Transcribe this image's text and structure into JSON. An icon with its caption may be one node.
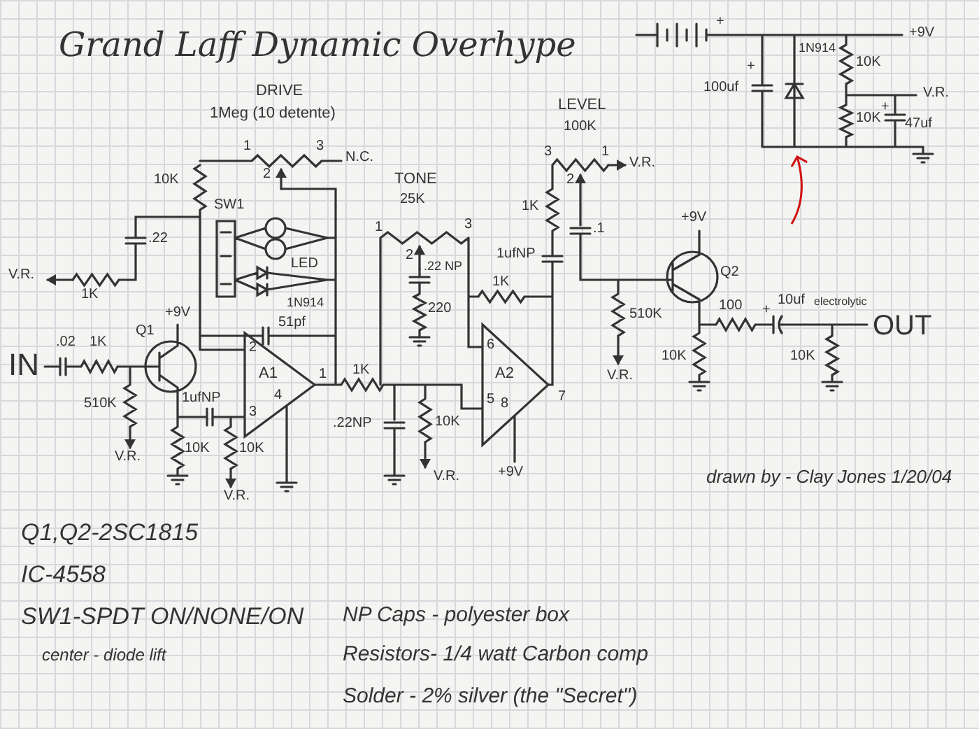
{
  "diagram": {
    "title": "Grand Laff Dynamic Overhype",
    "labels": [
      "DRIVE",
      "1Meg (10 detente)",
      "1",
      "3",
      "N.C.",
      "2",
      "10K",
      "SW1",
      "LED",
      ".22",
      "V.R.",
      "1K",
      "1N914",
      "51pf",
      "+9V",
      ".02",
      "1K",
      "IN",
      "Q1",
      "510K",
      "V.R.",
      "1ufNP",
      "2",
      "A1",
      "1",
      "4",
      "3",
      "10K",
      "10K",
      "V.R.",
      "1K",
      ".22NP",
      "10K",
      "V.R.",
      "TONE",
      "25K",
      "1",
      "3",
      "2",
      ".22 NP",
      "220",
      "1K",
      "6",
      "A2",
      "5",
      "7",
      "8",
      "+9V",
      "LEVEL",
      "100K",
      "3",
      "1",
      "V.R.",
      "2",
      "1K",
      "1ufNP",
      ".1",
      "510K",
      "V.R.",
      "+9V",
      "Q2",
      "100",
      "10uf",
      "electrolytic",
      "+",
      "OUT",
      "10K",
      "10K",
      "+",
      "+9V",
      "+",
      "100uf",
      "1N914",
      "10K",
      "V.R.",
      "10K",
      "+",
      "47uf",
      "drawn by - Clay Jones 1/20/04",
      "Q1,Q2-2SC1815",
      "IC-4558",
      "SW1-SPDT ON/NONE/ON",
      "center - diode lift",
      "NP Caps - polyester box",
      "Resistors- 1/4 watt Carbon comp",
      "Solder - 2% silver (the \"Secret\")"
    ]
  }
}
